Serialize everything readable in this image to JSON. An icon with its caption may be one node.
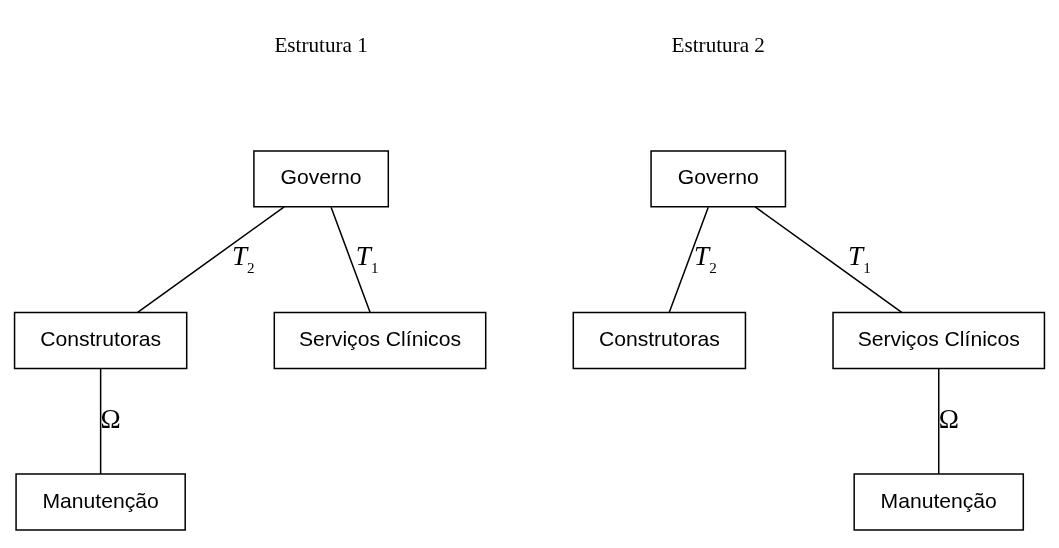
{
  "diagram": {
    "nodes": [
      {
        "text": [
          "Governo"
        ]
      },
      {
        "text": [
          "Construtoras"
        ]
      },
      {
        "text": [
          "Serviços Clínicos"
        ]
      },
      {
        "text": [
          "Manutenção"
        ]
      },
      {
        "text": [
          "Governo"
        ]
      },
      {
        "text": [
          "Construtoras"
        ]
      },
      {
        "text": [
          "Serviços Clínicos"
        ]
      },
      {
        "text": [
          "Manutenção"
        ]
      }
    ],
    "edges": [
      {
        "from": 0,
        "to": 1,
        "arrow": "none",
        "label": "T$_{2}$"
      },
      {
        "from": 0,
        "to": 2,
        "arrow": "none",
        "label": "T$_{1}$"
      },
      {
        "from": 1,
        "to": 3,
        "arrow": "none",
        "label": "Ω"
      },
      {
        "from": 4,
        "to": 5,
        "arrow": "none",
        "label": "T$_{2}$"
      },
      {
        "from": 4,
        "to": 6,
        "arrow": "none",
        "label": "T$_{1}$"
      },
      {
        "from": 6,
        "to": 7,
        "arrow": "none",
        "label": "Ω"
      }
    ],
    "labels": [
      "Estrutura 1",
      "Estrutura 2"
    ]
  }
}
